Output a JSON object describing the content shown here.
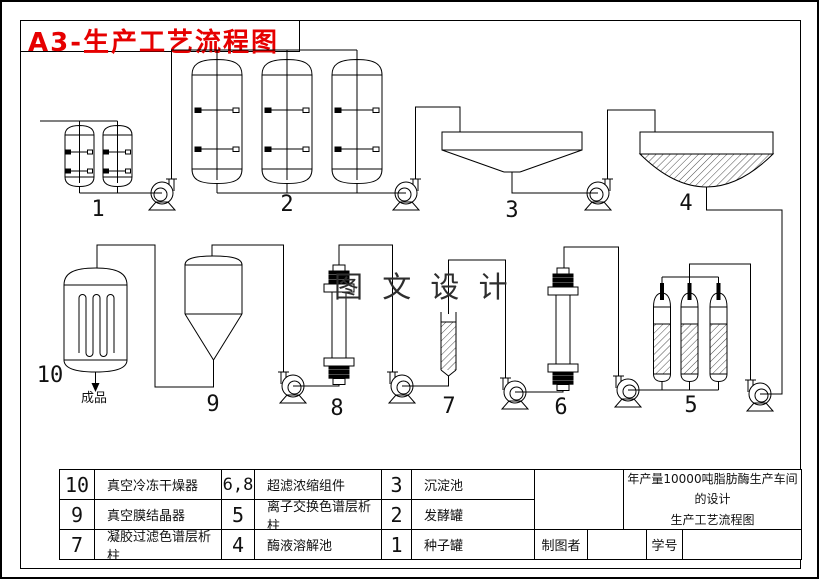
{
  "title": "A3-生产工艺流程图",
  "watermark": "图 文 设 计",
  "product_label": "成品",
  "diagram_labels": {
    "n1": "1",
    "n2": "2",
    "n3": "3",
    "n4": "4",
    "n5": "5",
    "n6": "6",
    "n7": "7",
    "n8": "8",
    "n9": "9",
    "n10": "10"
  },
  "table": {
    "rows": [
      {
        "num1": "10",
        "name1": "真空冷冻干燥器",
        "num2": "6,8",
        "name2": "超滤浓缩组件",
        "num3": "3",
        "name3": "沉淀池"
      },
      {
        "num1": "9",
        "name1": "真空膜结晶器",
        "num2": "5",
        "name2": "离子交换色谱层析柱",
        "num3": "2",
        "name3": "发酵罐"
      },
      {
        "num1": "7",
        "name1": "凝胶过滤色谱层析柱",
        "num2": "4",
        "name2": "酶液溶解池",
        "num3": "1",
        "name3": "种子罐"
      }
    ],
    "drafter_label": "制图者",
    "student_id_label": "学号",
    "project_line1": "年产量10000吨脂肪酶生产车间的设计",
    "project_line2": "生产工艺流程图"
  },
  "colors": {
    "title_red": "#e60000",
    "line": "#000000",
    "watermark": "#2e2e2e"
  }
}
